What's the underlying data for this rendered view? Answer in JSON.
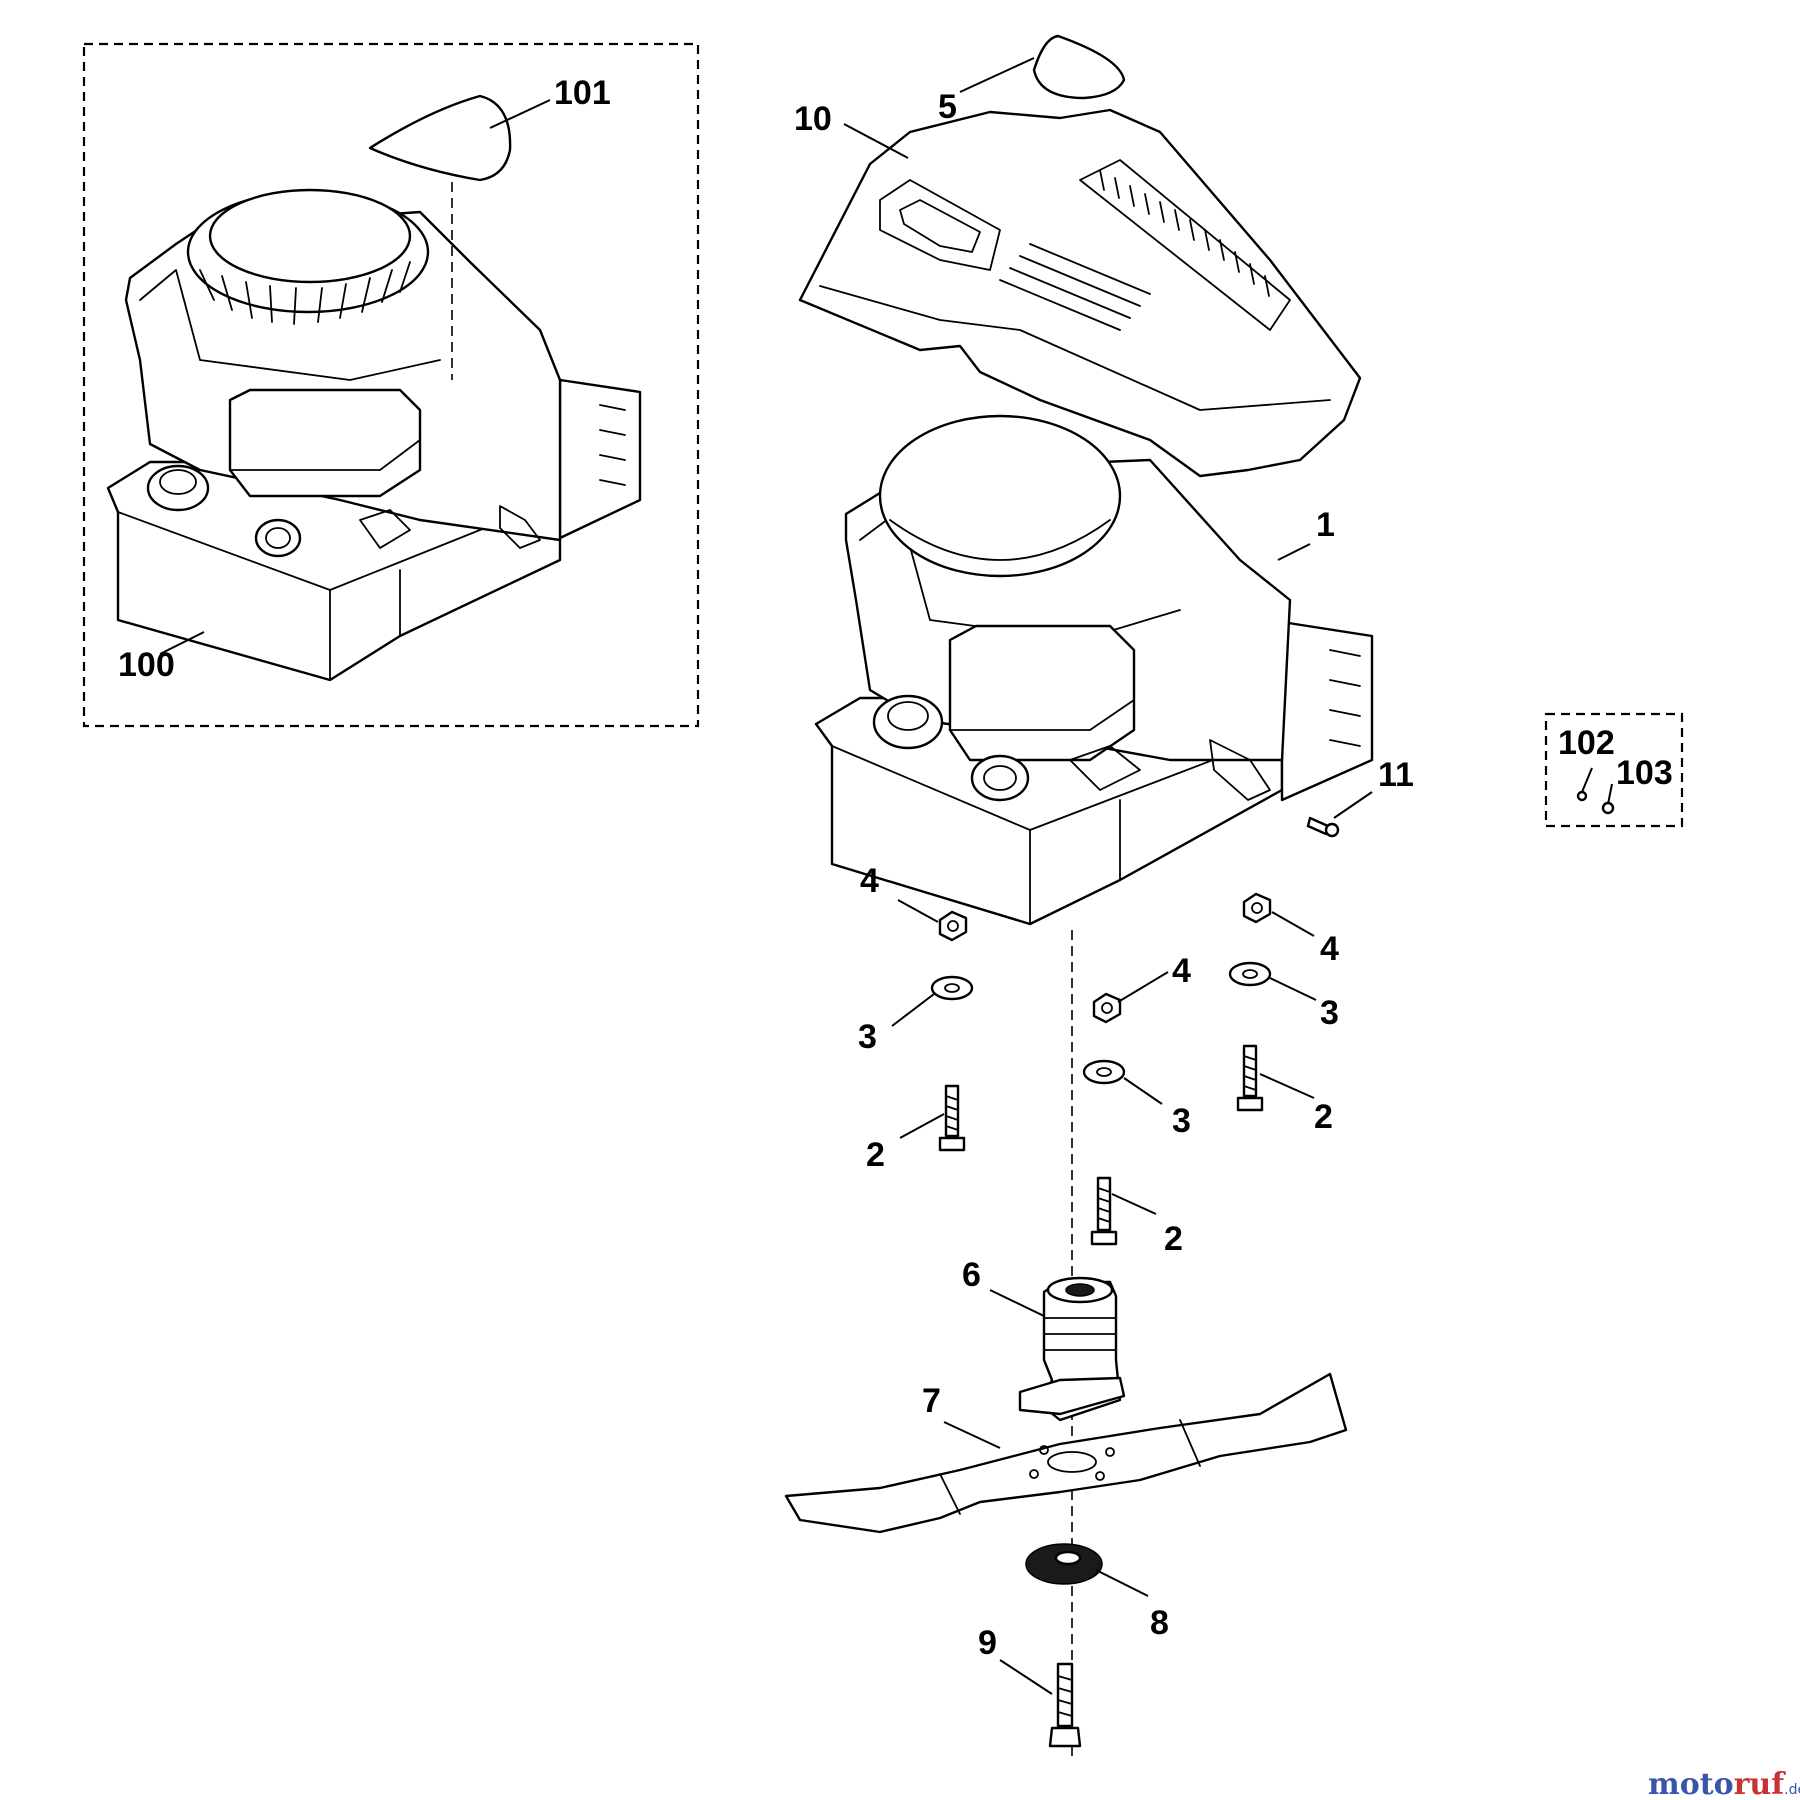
{
  "callouts": {
    "c101": "101",
    "c100": "100",
    "c10": "10",
    "c5": "5",
    "c1": "1",
    "c11": "11",
    "c102": "102",
    "c103": "103",
    "c4a": "4",
    "c4b": "4",
    "c4c": "4",
    "c3a": "3",
    "c3b": "3",
    "c3c": "3",
    "c2a": "2",
    "c2b": "2",
    "c2c": "2",
    "c6": "6",
    "c7": "7",
    "c8": "8",
    "c9": "9"
  },
  "watermark": {
    "part1": "moto",
    "part2": "ruf",
    "suffix": ".de"
  },
  "colors": {
    "line": "#000000",
    "background": "#ffffff",
    "watermark_blue": "#3a55a8",
    "watermark_red": "#c83232"
  }
}
